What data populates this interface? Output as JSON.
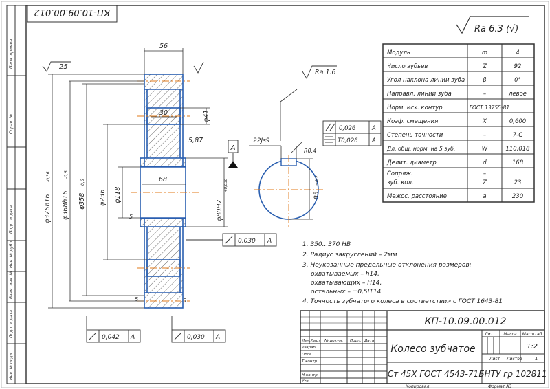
{
  "stamp_top": "КП-10.09.00.012",
  "roughness_general": "Ra 6.3 (√)",
  "side_strip": {
    "cells": [
      "Перв. примен.",
      "Справ. №",
      "Подп. и дата",
      "Инв. № дубл.",
      "Взам. инв. №",
      "Подп. и дата",
      "Инв. № подл."
    ]
  },
  "params_table": {
    "rows": [
      {
        "name": "Модуль",
        "sym": "m",
        "val": "4"
      },
      {
        "name": "Число зубьев",
        "sym": "Z",
        "val": "92"
      },
      {
        "name": "Угол наклона линии зуба",
        "sym": "β",
        "val": "0°"
      },
      {
        "name": "Направл. линии зуба",
        "sym": "–",
        "val": "левое"
      },
      {
        "name": "Норм. исх. контур",
        "sym": "ГОСТ 13755-81",
        "val": ""
      },
      {
        "name": "Коэф. смещения",
        "sym": "X",
        "val": "0,600"
      },
      {
        "name": "Степень точности",
        "sym": "–",
        "val": "7-C"
      },
      {
        "name": "Дл. общ. норм. на 5 зуб.",
        "sym": "W",
        "val": "110,018"
      },
      {
        "name": "Делит. диаметр",
        "sym": "d",
        "val": "168"
      },
      {
        "name": "Сопряж.",
        "sym": "–",
        "val": ""
      },
      {
        "name": "зуб. кол.",
        "sym": "Z",
        "val": "23"
      },
      {
        "name": "Межос. расстояние",
        "sym": "a",
        "val": "230"
      }
    ]
  },
  "dims": {
    "width_top": "56",
    "roughness_top": "25",
    "roughness_key": "Ra 1.6",
    "hub_30": "30",
    "dia_41": "φ41",
    "dim_587": "5,87",
    "dim_68": "68",
    "dia_376": "φ376h16",
    "dia_376_tol": "-0,36",
    "dia_368": "φ368h16",
    "dia_368_tol": "-0,6",
    "dia_358": "φ358",
    "dia_358_tol": "0,6",
    "dia_236": "φ236",
    "dia_118": "φ118",
    "dia_80": "φ80H7",
    "dia_80_tol": "+0,030",
    "dim_22": "22Js9",
    "dim_85": "85",
    "dim_85_tol": "+0,2",
    "radius_key": "R0,4",
    "datum": "A",
    "tol_runout_top": "0,026",
    "tol_sym": "T0,026",
    "tol_face": "0,030",
    "tol_bottom_left": "0,042",
    "tol_bottom_mid": "0,030",
    "chamfer": "5"
  },
  "notes": [
    "1. 350...370 HB",
    "2. Радиус закруглений – 2мм",
    "3. Неуказанные предельные отклонения размеров:",
    "охватываемых – h14,",
    "охватывающих – H14,",
    "остальных – ±0,5IT14",
    "4. Точность зубчатого колеса в соответствии с ГОСТ 1643-81"
  ],
  "title_block": {
    "designation": "КП-10.09.00.012",
    "part_name": "Колесо зубчатое",
    "material": "Ст 45Х ГОСТ 4543-71",
    "org": "БНТУ гр 102811",
    "lit": "Лит.",
    "mass_label": "Масса",
    "scale_label": "Масштаб",
    "scale": "1:2",
    "sheet_label": "Лист",
    "sheets_label": "Листов",
    "sheets": "1",
    "hdr": [
      "Изм.",
      "Лист",
      "№ докум.",
      "Подп.",
      "Дата"
    ],
    "roles": [
      "Разраб.",
      "Пров.",
      "Т.контр.",
      "",
      "Н.контр.",
      "Утв."
    ],
    "copied": "Копировал",
    "format": "Формат А3"
  }
}
